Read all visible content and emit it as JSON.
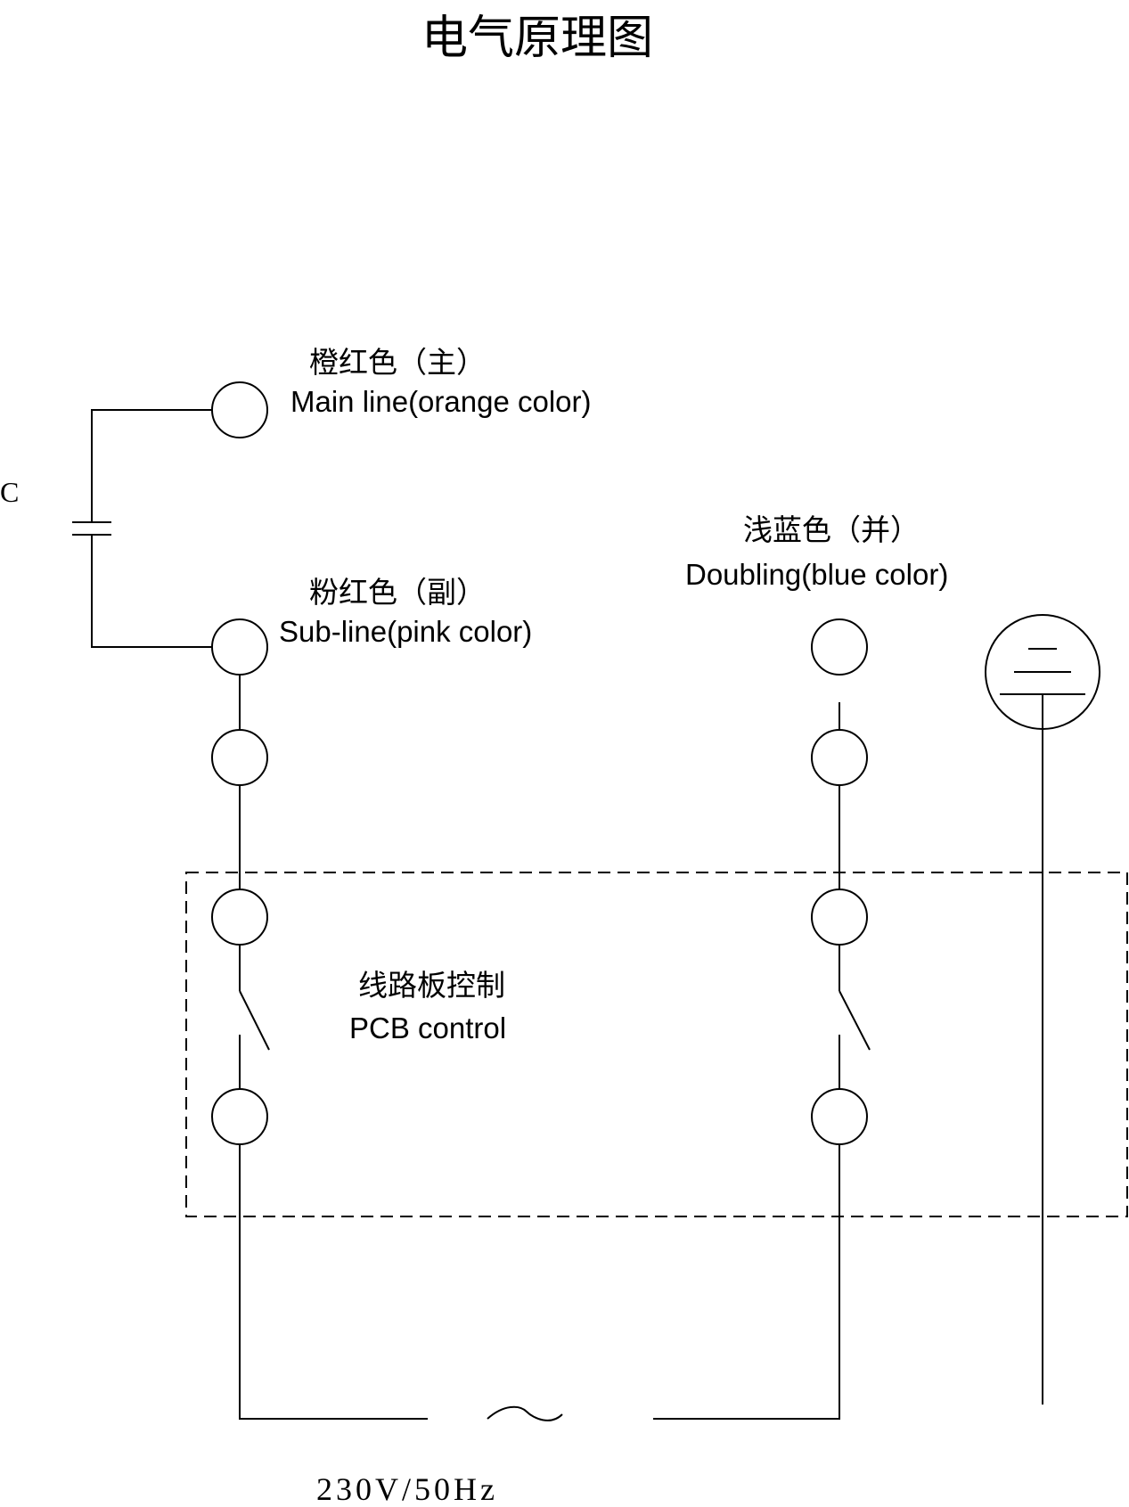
{
  "title": "电气原理图",
  "capacitor_label": "C",
  "main_line": {
    "cn": "橙红色（主）",
    "en": "Main line(orange color)"
  },
  "sub_line": {
    "cn": "粉红色（副）",
    "en": "Sub-line(pink color)"
  },
  "doubling": {
    "cn": "浅蓝色（并）",
    "en": "Doubling(blue color)"
  },
  "pcb": {
    "cn": "线路板控制",
    "en": "PCB control"
  },
  "supply": {
    "symbol": "~",
    "label": "230V/50Hz"
  }
}
